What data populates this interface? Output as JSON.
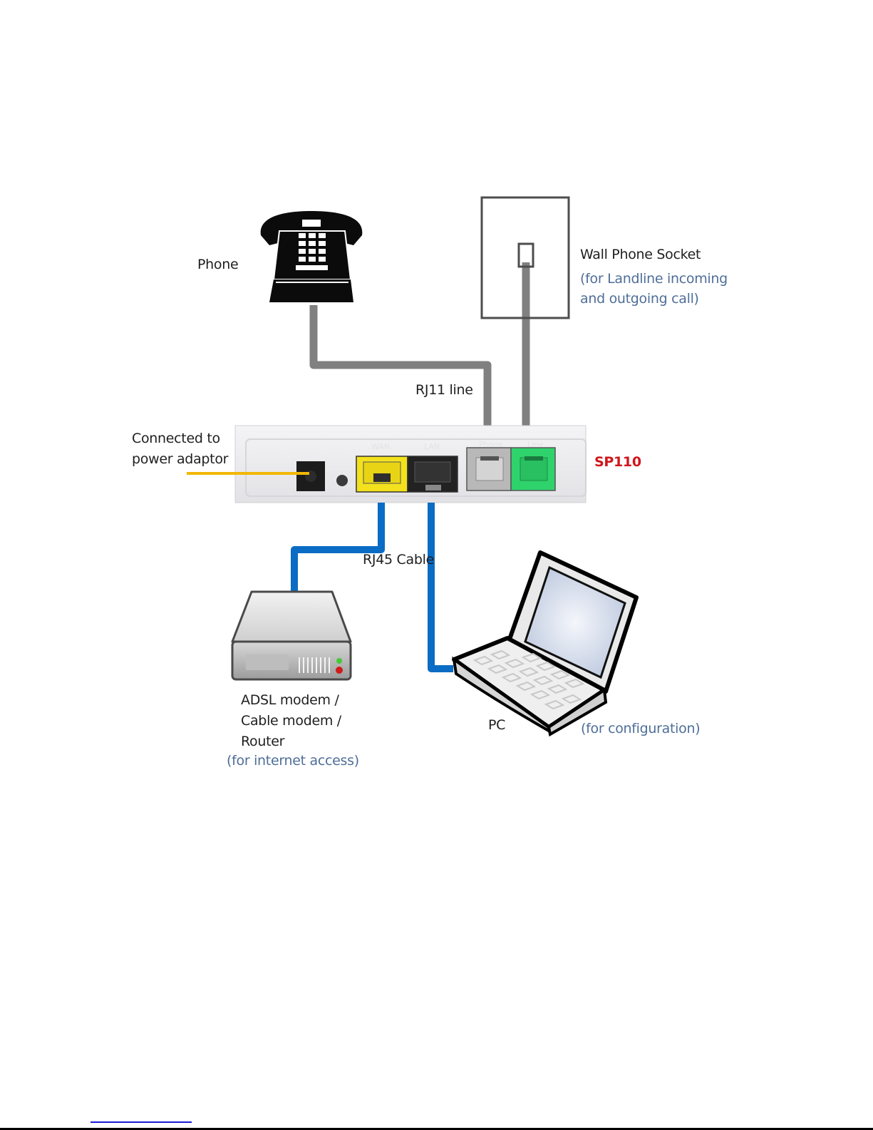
{
  "diagram": {
    "title": "SP110 connection diagram",
    "device": {
      "name": "SP110",
      "ports": [
        "Power",
        "WAN",
        "LAN",
        "Phone",
        "Line"
      ]
    },
    "labels": {
      "phone": "Phone",
      "wall_socket": "Wall Phone Socket",
      "wall_socket_note_1": "(for Landline incoming",
      "wall_socket_note_2": "and outgoing call)",
      "rj11": "RJ11 line",
      "power_1": "Connected to",
      "power_2": "power adaptor",
      "device": "SP110",
      "rj45": "RJ45 Cable",
      "modem_1": "ADSL  modem /",
      "modem_2": "Cable modem /",
      "modem_3": "Router",
      "modem_note": "(for internet access)",
      "pc": "PC",
      "pc_note": "(for configuration)"
    },
    "colors": {
      "rj11_cable": "#808080",
      "rj45_cable": "#0a6cc4",
      "power_cable": "#f2b705",
      "device_label": "#d0161c",
      "note_text": "#4f6e99",
      "wan_port": "#f2e01a",
      "line_port": "#2ed36b"
    },
    "connections": [
      {
        "from": "Phone",
        "to": "SP110 Phone port",
        "cable": "RJ11 line"
      },
      {
        "from": "Wall Phone Socket",
        "to": "SP110 Line port",
        "cable": "RJ11 line"
      },
      {
        "from": "Power adaptor",
        "to": "SP110 Power port",
        "cable": "Power"
      },
      {
        "from": "SP110 WAN port",
        "to": "ADSL modem / Cable modem / Router",
        "cable": "RJ45 Cable"
      },
      {
        "from": "SP110 LAN port",
        "to": "PC",
        "cable": "RJ45 Cable"
      }
    ]
  }
}
